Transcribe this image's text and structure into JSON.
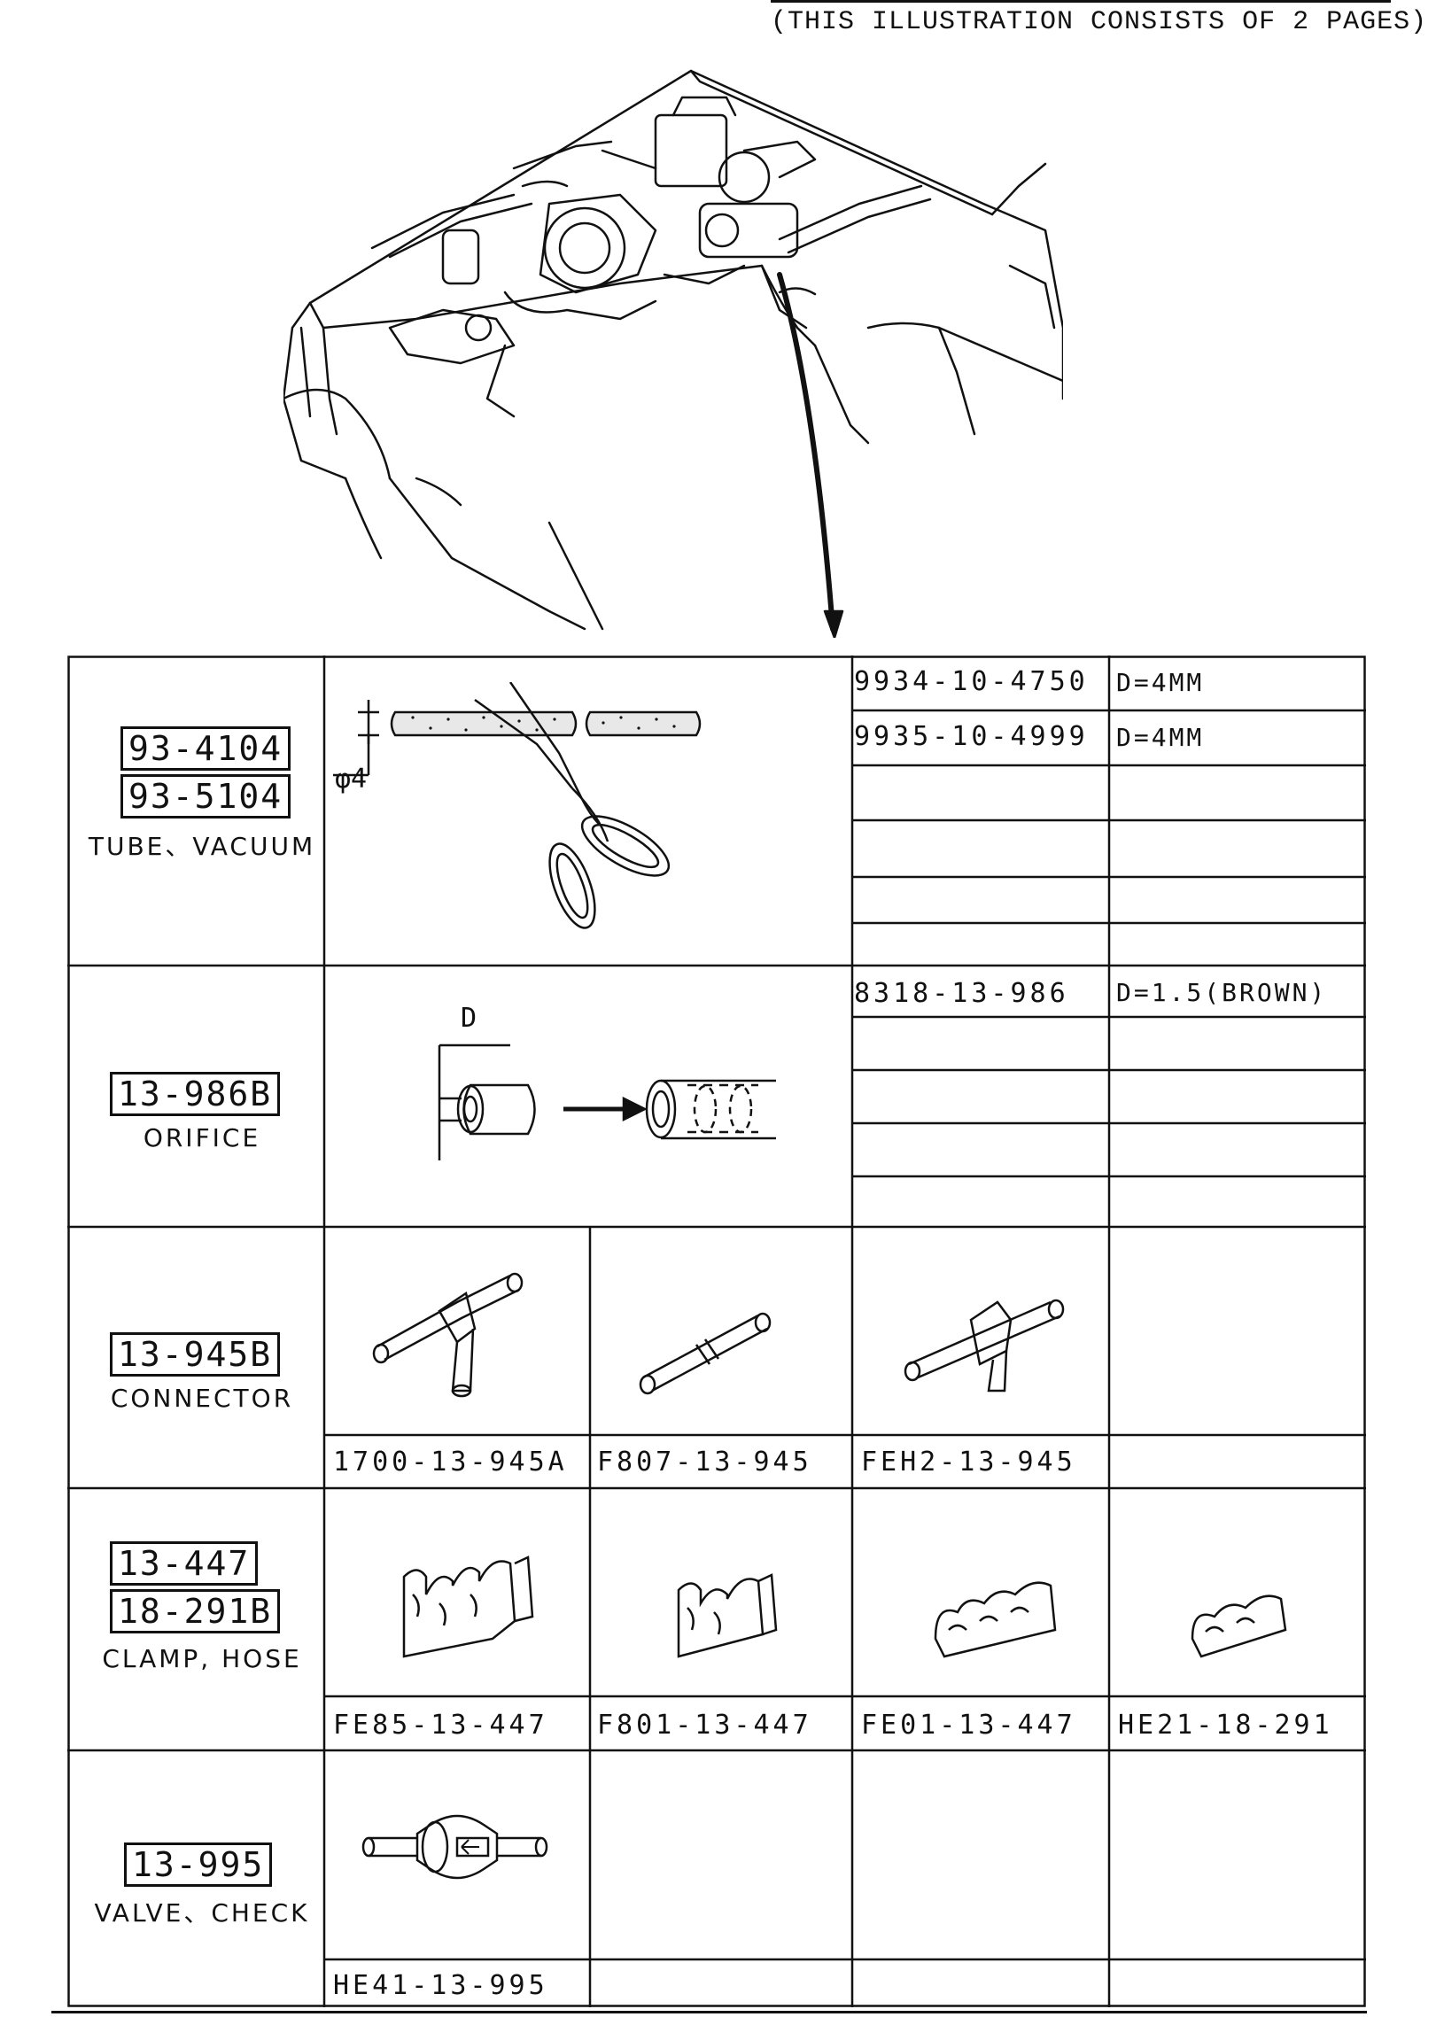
{
  "header": {
    "note": "(THIS ILLUSTRATION CONSISTS OF  2 PAGES)"
  },
  "rows": [
    {
      "refs": [
        "93-4104",
        "93-5104"
      ],
      "caption": "TUBE、VACUUM",
      "dimension_label": "φ4",
      "parts": [
        {
          "number": "9934-10-4750",
          "spec": "D=4MM"
        },
        {
          "number": "9935-10-4999",
          "spec": "D=4MM"
        }
      ]
    },
    {
      "refs": [
        "13-986B"
      ],
      "caption": "ORIFICE",
      "dimension_label": "D",
      "parts": [
        {
          "number": "8318-13-986",
          "spec": "D=1.5(BROWN)"
        }
      ]
    },
    {
      "refs": [
        "13-945B"
      ],
      "caption": "CONNECTOR",
      "parts": [
        "1700-13-945A",
        "F807-13-945",
        "FEH2-13-945",
        ""
      ]
    },
    {
      "refs": [
        "13-447",
        "18-291B"
      ],
      "caption": "CLAMP, HOSE",
      "parts": [
        "FE85-13-447",
        "F801-13-447",
        "FE01-13-447",
        "HE21-18-291"
      ]
    },
    {
      "refs": [
        "13-995"
      ],
      "caption": "VALVE、CHECK",
      "parts": [
        "HE41-13-995",
        "",
        "",
        ""
      ]
    }
  ]
}
